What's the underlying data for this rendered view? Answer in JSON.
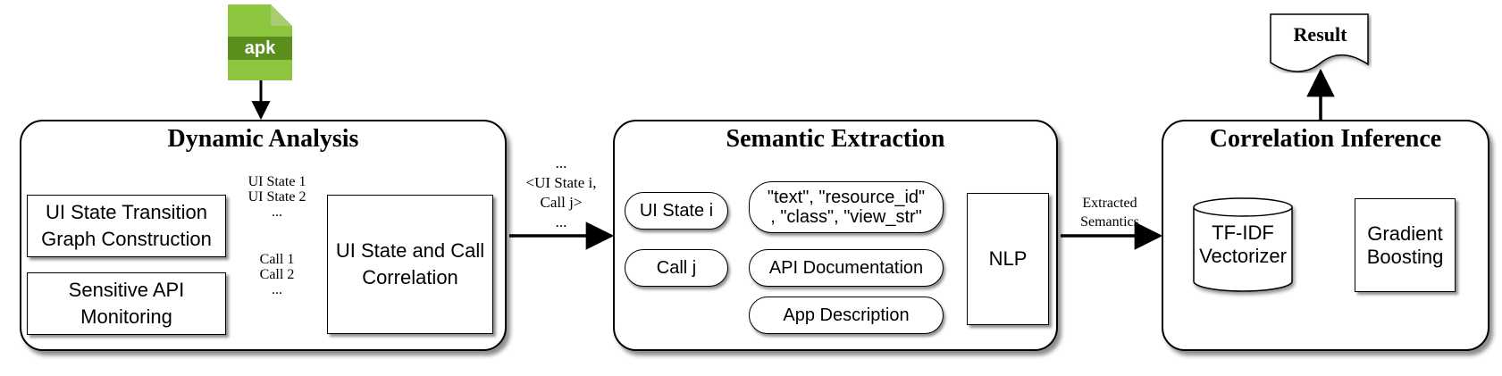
{
  "apk_icon": {
    "label": "apk",
    "color": "#8cc63f"
  },
  "result": {
    "label": "Result"
  },
  "panels": {
    "dynamic_analysis": {
      "title": "Dynamic Analysis",
      "boxes": {
        "transition": [
          "UI State Transition",
          "Graph Construction"
        ],
        "monitoring": [
          "Sensitive API",
          "Monitoring"
        ],
        "correlation": [
          "UI State and Call",
          "Correlation"
        ]
      },
      "ui_state_labels": [
        "UI State 1",
        "UI State 2",
        "..."
      ],
      "call_labels": [
        "Call 1",
        "Call 2",
        "..."
      ]
    },
    "semantic_extraction": {
      "title": "Semantic Extraction",
      "ui_state": "UI State i",
      "call": "Call j",
      "attributes": [
        "\"text\", \"resource_id\"",
        ", \"class\", \"view_str\""
      ],
      "api_doc": "API Documentation",
      "app_desc": "App Description",
      "nlp": "NLP"
    },
    "correlation_inference": {
      "title": "Correlation Inference",
      "vectorizer": [
        "TF-IDF",
        "Vectorizer"
      ],
      "classifier": [
        "Gradient",
        "Boosting"
      ]
    }
  },
  "connectors": {
    "pair_label": [
      "...",
      "<UI State i,",
      "Call j>",
      "..."
    ],
    "extracted_label": [
      "Extracted",
      "Semantics"
    ]
  }
}
